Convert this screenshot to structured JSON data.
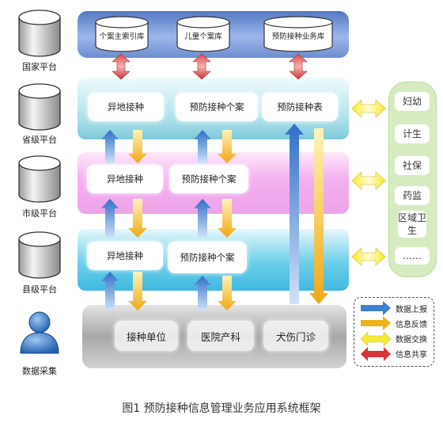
{
  "platforms": [
    {
      "label": "国家平台"
    },
    {
      "label": "省级平台"
    },
    {
      "label": "市级平台"
    },
    {
      "label": "县级平台"
    }
  ],
  "collector_label": "数据采集",
  "top_db": [
    "个案主索引库",
    "儿童个案库",
    "预防接种业务库"
  ],
  "province": [
    "异地接种",
    "预防接种个案",
    "预防接种表"
  ],
  "city": [
    "异地接种",
    "预防接种个案"
  ],
  "county": [
    "异地接种",
    "预防接种个案"
  ],
  "units": [
    "接种单位",
    "医院产科",
    "犬伤门诊"
  ],
  "departments": [
    "妇幼",
    "计生",
    "社保",
    "药监",
    "区域卫生",
    "……"
  ],
  "legend": [
    "数据上报",
    "信息反馈",
    "数据交换",
    "信息共享"
  ],
  "caption": "图1  预防接种信息管理业务应用系统框架",
  "colors": {
    "upload": "#3d7fd1",
    "feedback": "#f0b21b",
    "exchange": "#f4ea3a",
    "share": "#d8363a",
    "db_layer": "#6c8ecf",
    "province_layer": "#9fd9e4",
    "city_layer": "#f2a9ef",
    "county_layer": "#60cbe8",
    "unit_layer": "#a9a9a9",
    "side_panel": "#d6ecc0"
  },
  "icons": [
    "database-cylinder-icon",
    "user-icon",
    "arrow-up-icon",
    "arrow-down-icon",
    "double-arrow-icon"
  ]
}
